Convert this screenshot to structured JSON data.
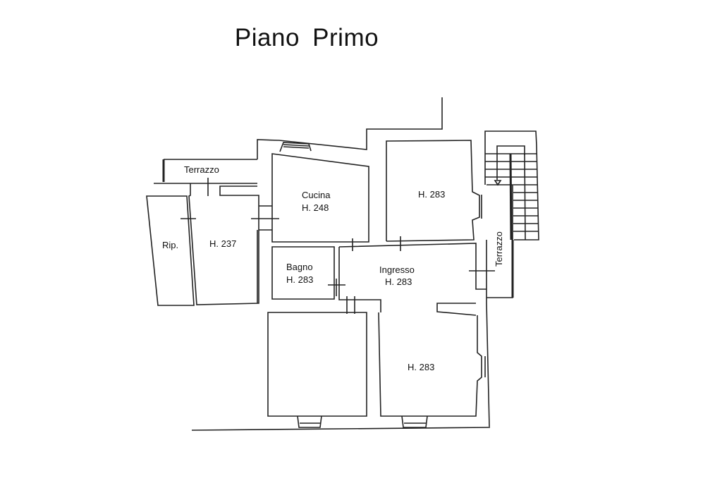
{
  "title": "Piano Primo",
  "rooms": {
    "terrazzo_left": "Terrazzo",
    "rip": "Rip.",
    "room_237": "H. 237",
    "cucina_name": "Cucina",
    "cucina_height": "H. 248",
    "room_top_right": "H. 283",
    "bagno_name": "Bagno",
    "bagno_height": "H. 283",
    "ingresso_name": "Ingresso",
    "ingresso_height": "H. 283",
    "room_bottom_right": "H. 283",
    "terrazzo_right": "Terrazzo"
  }
}
